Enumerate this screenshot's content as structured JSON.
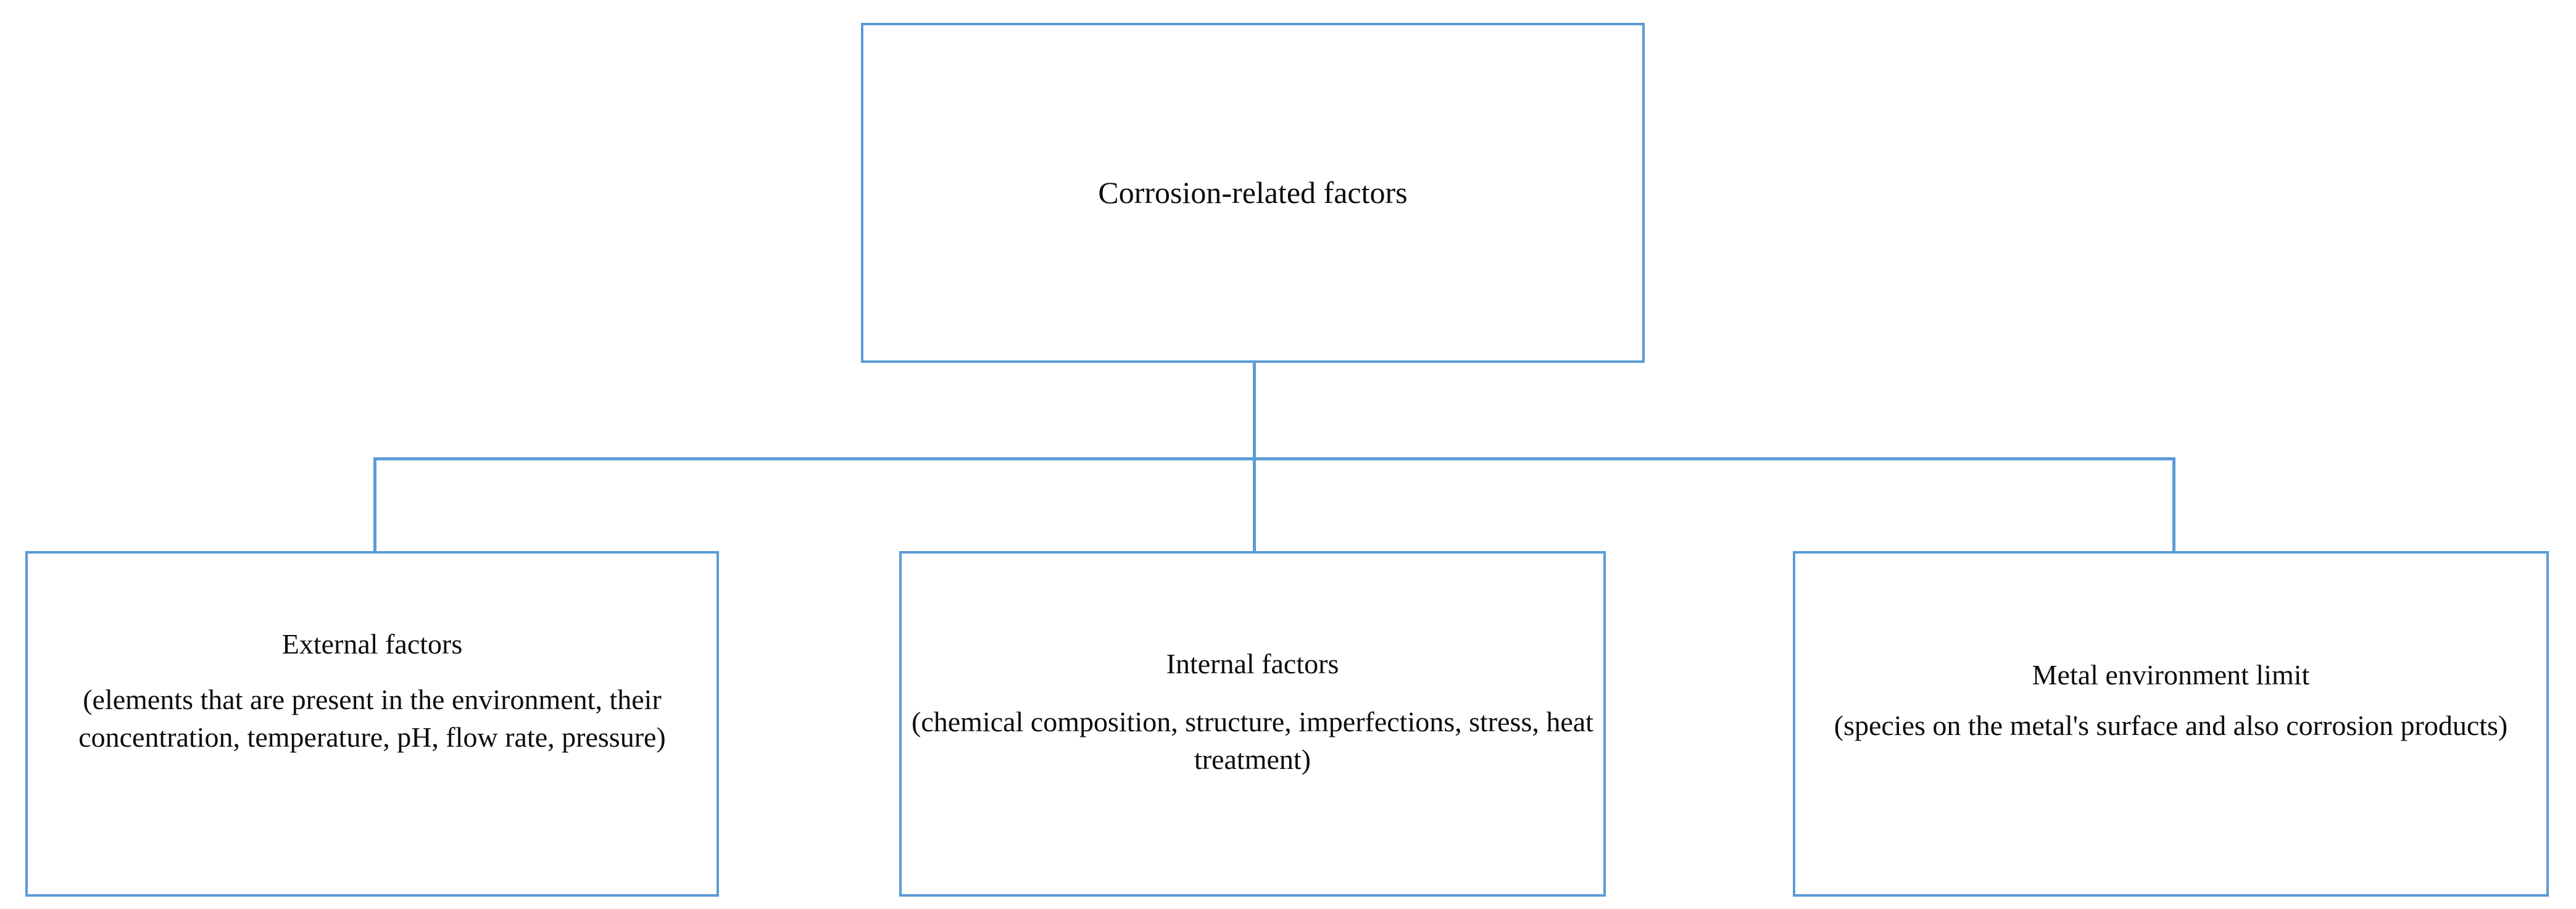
{
  "diagram": {
    "type": "hierarchy-tree",
    "orientation": "top-down",
    "accent_color": "#5B9BD5",
    "text_color": "#0D0D0D",
    "background_color": "#FFFFFF",
    "root": {
      "id": "corrosion-related-factors",
      "title": "Corrosion-related factors",
      "subtitle": ""
    },
    "children": [
      {
        "id": "external-factors",
        "title": "External factors",
        "subtitle": "(elements that are present in the environment, their concentration, temperature, pH, flow rate, pressure)"
      },
      {
        "id": "internal-factors",
        "title": "Internal factors",
        "subtitle": "(chemical composition, structure, imperfections, stress, heat treatment)"
      },
      {
        "id": "metal-environment-limit",
        "title": "Metal environment limit",
        "subtitle": "(species on the metal's surface and also corrosion products)"
      }
    ]
  }
}
